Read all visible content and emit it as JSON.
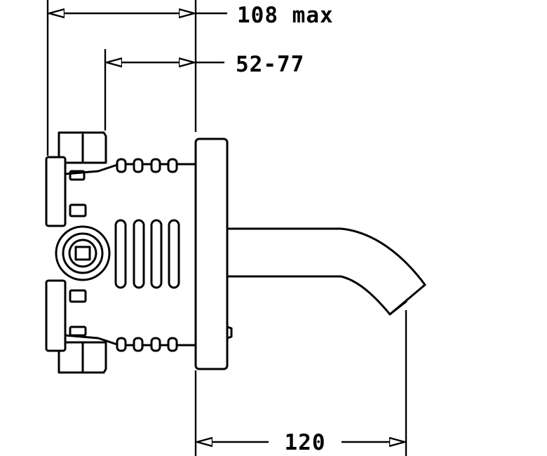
{
  "dimensions": {
    "overall_max": "108 max",
    "adjust_range": "52-77",
    "spout_projection": "120"
  }
}
